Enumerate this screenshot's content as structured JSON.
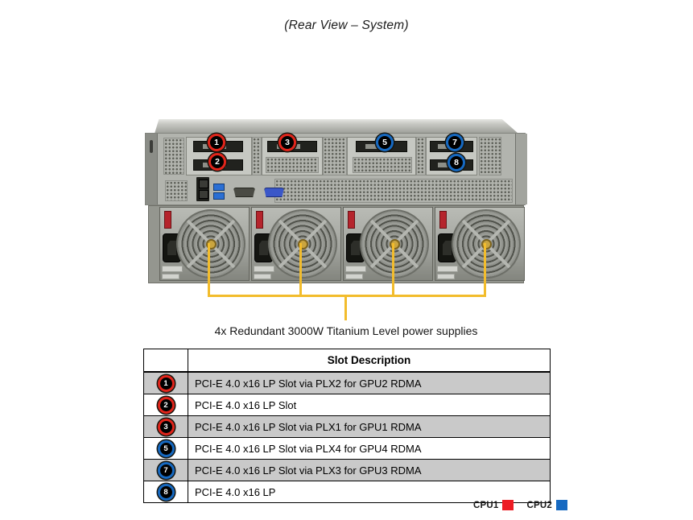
{
  "page": {
    "title": "(Rear View – System)"
  },
  "figure": {
    "caption": "4x Redundant 3000W Titanium Level power supplies",
    "callouts": [
      {
        "num": "1",
        "cpu": "CPU1"
      },
      {
        "num": "2",
        "cpu": "CPU1"
      },
      {
        "num": "3",
        "cpu": "CPU1"
      },
      {
        "num": "5",
        "cpu": "CPU2"
      },
      {
        "num": "7",
        "cpu": "CPU2"
      },
      {
        "num": "8",
        "cpu": "CPU2"
      }
    ]
  },
  "table": {
    "header": "Slot Description",
    "rows": [
      {
        "num": "1",
        "desc": "PCI-E 4.0 x16 LP Slot via PLX2 for GPU2 RDMA"
      },
      {
        "num": "2",
        "desc": "PCI-E 4.0 x16 LP Slot"
      },
      {
        "num": "3",
        "desc": "PCI-E 4.0 x16 LP Slot via PLX1 for GPU1 RDMA"
      },
      {
        "num": "5",
        "desc": "PCI-E 4.0 x16 LP Slot via PLX4 for GPU4 RDMA"
      },
      {
        "num": "7",
        "desc": "PCI-E 4.0 x16 LP Slot via PLX3 for GPU3 RDMA"
      },
      {
        "num": "8",
        "desc": "PCI-E 4.0 x16 LP"
      }
    ]
  },
  "legend": {
    "items": [
      {
        "label": "CPU1",
        "color": "#ed1c24"
      },
      {
        "label": "CPU2",
        "color": "#1669c1"
      }
    ]
  },
  "colors": {
    "cpu1_red": "#ed1c24",
    "cpu2_blue": "#1669c1",
    "leader_line_yellow": "#f2bc2c",
    "table_row_gray": "#c9c9c9"
  }
}
